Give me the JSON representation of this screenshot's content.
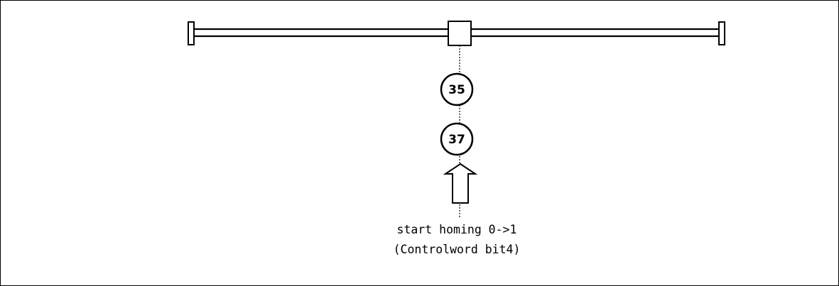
{
  "diagram": {
    "markers": [
      {
        "label": "35"
      },
      {
        "label": "37"
      }
    ],
    "caption": {
      "line1": "start homing 0->1",
      "line2": "(Controlword bit4)"
    },
    "colors": {
      "stroke": "#000000",
      "fill": "#ffffff"
    }
  }
}
